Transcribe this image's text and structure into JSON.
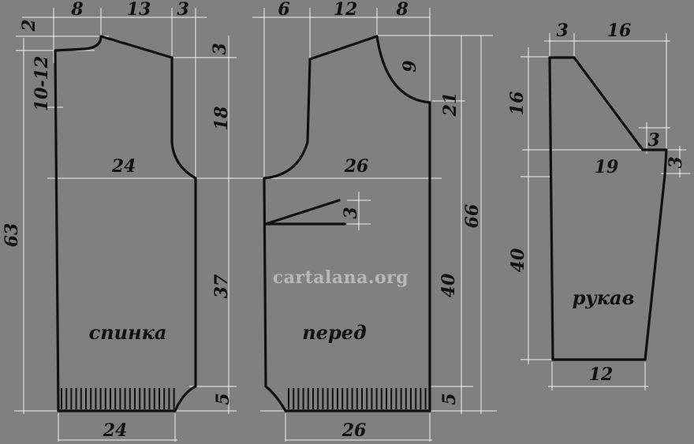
{
  "watermark": "cartalana.org",
  "back": {
    "name": "спинка",
    "dims": {
      "top_shoulder": "8",
      "top_neck": "13",
      "top_edge": "3",
      "neck_drop": "2",
      "shoulder_slope": "10-12",
      "total_height": "63",
      "shoulder_to_armhole": "3",
      "armhole_depth": "18",
      "width": "24",
      "side_length": "37",
      "rib_height": "5",
      "hem_width": "24"
    }
  },
  "front": {
    "name": "перед",
    "dims": {
      "top_shoulder": "6",
      "top_neck": "12",
      "top_edge": "8",
      "neck_depth": "9",
      "armhole_depth": "21",
      "total_height": "66",
      "width": "26",
      "dart": "3",
      "side_length": "40",
      "rib_height": "5",
      "hem_width": "26"
    }
  },
  "sleeve": {
    "name": "рукав",
    "dims": {
      "top_left": "3",
      "top_right": "16",
      "cap_height": "16",
      "step": "3",
      "width": "19",
      "step_right": "3",
      "length": "40",
      "cuff_width": "12"
    }
  }
}
